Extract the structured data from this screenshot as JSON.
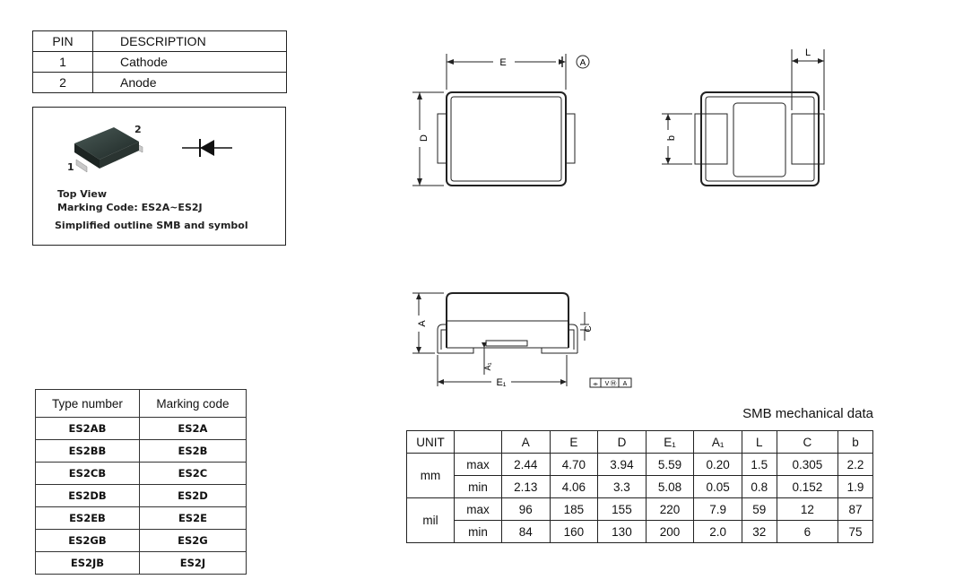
{
  "pin_table": {
    "headers": [
      "PIN",
      "DESCRIPTION"
    ],
    "rows": [
      {
        "pin": "1",
        "description": "Cathode"
      },
      {
        "pin": "2",
        "description": "Anode"
      }
    ]
  },
  "package_box": {
    "pin_label_1": "1",
    "pin_label_2": "2",
    "line1": "Top View",
    "line2": "Marking Code: ES2A~ES2J",
    "line3": "Simplified outline SMB and symbol"
  },
  "drawings": {
    "top_view": {
      "dim_E": "E",
      "dim_D": "D",
      "datum": "A"
    },
    "bottom_view": {
      "dim_L": "L",
      "dim_b": "b"
    },
    "side_view": {
      "dim_A": "A",
      "dim_C": "C",
      "dim_A1": "A₁",
      "dim_E1": "E₁",
      "tol_1": "⌯",
      "tol_2": "V",
      "tol_3": "Ⓜ",
      "tol_4": "A"
    }
  },
  "marking_table": {
    "headers": [
      "Type number",
      "Marking code"
    ],
    "rows": [
      {
        "type": "ES2AB",
        "code": "ES2A"
      },
      {
        "type": "ES2BB",
        "code": "ES2B"
      },
      {
        "type": "ES2CB",
        "code": "ES2C"
      },
      {
        "type": "ES2DB",
        "code": "ES2D"
      },
      {
        "type": "ES2EB",
        "code": "ES2E"
      },
      {
        "type": "ES2GB",
        "code": "ES2G"
      },
      {
        "type": "ES2JB",
        "code": "ES2J"
      }
    ]
  },
  "mechanical": {
    "title": "SMB mechanical data",
    "headers": [
      "UNIT",
      "",
      "A",
      "E",
      "D",
      "E₁",
      "A₁",
      "L",
      "C",
      "b"
    ],
    "groups": [
      {
        "unit": "mm",
        "rows": [
          {
            "label": "max",
            "values": [
              "2.44",
              "4.70",
              "3.94",
              "5.59",
              "0.20",
              "1.5",
              "0.305",
              "2.2"
            ]
          },
          {
            "label": "min",
            "values": [
              "2.13",
              "4.06",
              "3.3",
              "5.08",
              "0.05",
              "0.8",
              "0.152",
              "1.9"
            ]
          }
        ]
      },
      {
        "unit": "mil",
        "rows": [
          {
            "label": "max",
            "values": [
              "96",
              "185",
              "155",
              "220",
              "7.9",
              "59",
              "12",
              "87"
            ]
          },
          {
            "label": "min",
            "values": [
              "84",
              "160",
              "130",
              "200",
              "2.0",
              "32",
              "6",
              "75"
            ]
          }
        ]
      }
    ]
  }
}
